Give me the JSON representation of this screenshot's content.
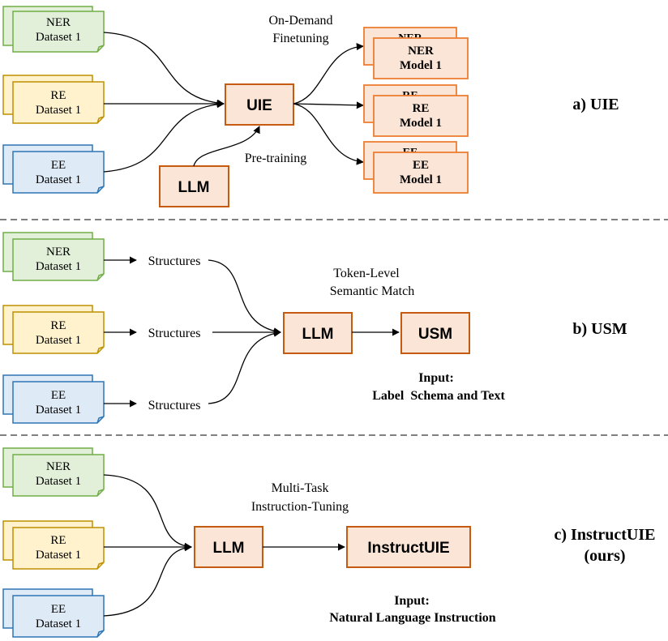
{
  "colors": {
    "green_fill": "#e2f0d9",
    "green_stroke": "#70ad47",
    "yellow_fill": "#fff2cc",
    "yellow_stroke": "#bf9000",
    "blue_fill": "#deebf7",
    "blue_stroke": "#2e75b6",
    "orange_fill": "#fbe5d6",
    "orange_stroke": "#c55a11",
    "model_stroke": "#ed7d31"
  },
  "panel_a": {
    "label": "a) UIE",
    "datasets": [
      {
        "line1": "NER",
        "line2": "Dataset 1"
      },
      {
        "line1": "RE",
        "line2": "Dataset 1"
      },
      {
        "line1": "EE",
        "line2": "Dataset 1"
      }
    ],
    "uie": "UIE",
    "llm": "LLM",
    "finetune_line1": "On-Demand",
    "finetune_line2": "Finetuning",
    "pretraining": "Pre-training",
    "models": [
      {
        "back": "NER",
        "line1": "NER",
        "line2": "Model 1"
      },
      {
        "back": "RE",
        "line1": "RE",
        "line2": "Model 1"
      },
      {
        "back": "EE",
        "line1": "EE",
        "line2": "Model 1"
      }
    ]
  },
  "panel_b": {
    "label": "b) USM",
    "datasets": [
      {
        "line1": "NER",
        "line2": "Dataset 1"
      },
      {
        "line1": "RE",
        "line2": "Dataset 1"
      },
      {
        "line1": "EE",
        "line2": "Dataset 1"
      }
    ],
    "structures": [
      "Structures",
      "Structures",
      "Structures"
    ],
    "match_line1": "Token-Level",
    "match_line2": "Semantic Match",
    "llm": "LLM",
    "usm": "USM",
    "input_line1": "Input:",
    "input_line2": "Label  Schema and Text"
  },
  "panel_c": {
    "label_line1": "c) InstructUIE",
    "label_line2": "(ours)",
    "datasets": [
      {
        "line1": "NER",
        "line2": "Dataset 1"
      },
      {
        "line1": "RE",
        "line2": "Dataset 1"
      },
      {
        "line1": "EE",
        "line2": "Dataset 1"
      }
    ],
    "tuning_line1": "Multi-Task",
    "tuning_line2": "Instruction-Tuning",
    "llm": "LLM",
    "instructuie": "InstructUIE",
    "input_line1": "Input:",
    "input_line2": "Natural Language Instruction"
  }
}
